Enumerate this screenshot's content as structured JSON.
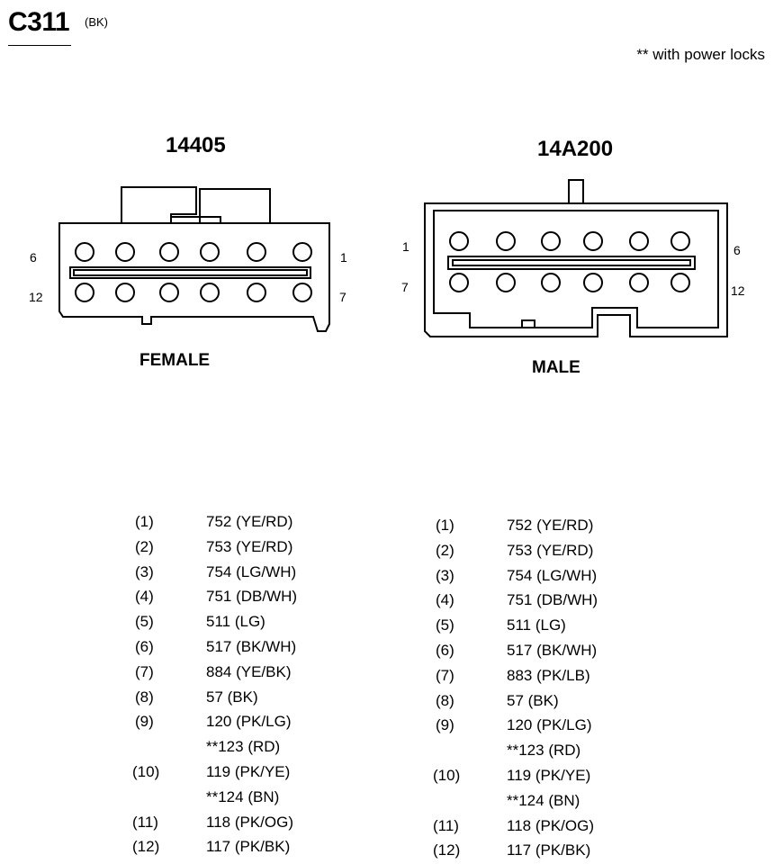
{
  "header": {
    "connector_id": "C311",
    "connector_color": "(BK)",
    "note": "** with power locks"
  },
  "female": {
    "part_number": "14405",
    "label": "FEMALE",
    "pin_labels": {
      "top_left": "6",
      "top_right": "1",
      "bottom_left": "12",
      "bottom_right": "7"
    },
    "circuits": [
      {
        "pin": "(1)",
        "wire": "752 (YE/RD)"
      },
      {
        "pin": "(2)",
        "wire": "753 (YE/RD)"
      },
      {
        "pin": "(3)",
        "wire": "754 (LG/WH)"
      },
      {
        "pin": "(4)",
        "wire": "751 (DB/WH)"
      },
      {
        "pin": "(5)",
        "wire": "511 (LG)"
      },
      {
        "pin": "(6)",
        "wire": "517 (BK/WH)"
      },
      {
        "pin": "(7)",
        "wire": "884 (YE/BK)"
      },
      {
        "pin": "(8)",
        "wire": "57 (BK)"
      },
      {
        "pin": "(9)",
        "wire": "120 (PK/LG)",
        "extra": "**123 (RD)"
      },
      {
        "pin": "(10)",
        "wire": "119 (PK/YE)",
        "extra": "**124 (BN)"
      },
      {
        "pin": "(11)",
        "wire": "118 (PK/OG)"
      },
      {
        "pin": "(12)",
        "wire": "117 (PK/BK)"
      }
    ]
  },
  "male": {
    "part_number": "14A200",
    "label": "MALE",
    "pin_labels": {
      "top_left": "1",
      "top_right": "6",
      "bottom_left": "7",
      "bottom_right": "12"
    },
    "circuits": [
      {
        "pin": "(1)",
        "wire": "752 (YE/RD)"
      },
      {
        "pin": "(2)",
        "wire": "753 (YE/RD)"
      },
      {
        "pin": "(3)",
        "wire": "754 (LG/WH)"
      },
      {
        "pin": "(4)",
        "wire": "751 (DB/WH)"
      },
      {
        "pin": "(5)",
        "wire": "511 (LG)"
      },
      {
        "pin": "(6)",
        "wire": "517 (BK/WH)"
      },
      {
        "pin": "(7)",
        "wire": "883 (PK/LB)"
      },
      {
        "pin": "(8)",
        "wire": "57 (BK)"
      },
      {
        "pin": "(9)",
        "wire": "120 (PK/LG)",
        "extra": "**123 (RD)"
      },
      {
        "pin": "(10)",
        "wire": "119 (PK/YE)",
        "extra": "**124 (BN)"
      },
      {
        "pin": "(11)",
        "wire": "118 (PK/OG)"
      },
      {
        "pin": "(12)",
        "wire": "117 (PK/BK)"
      }
    ]
  }
}
